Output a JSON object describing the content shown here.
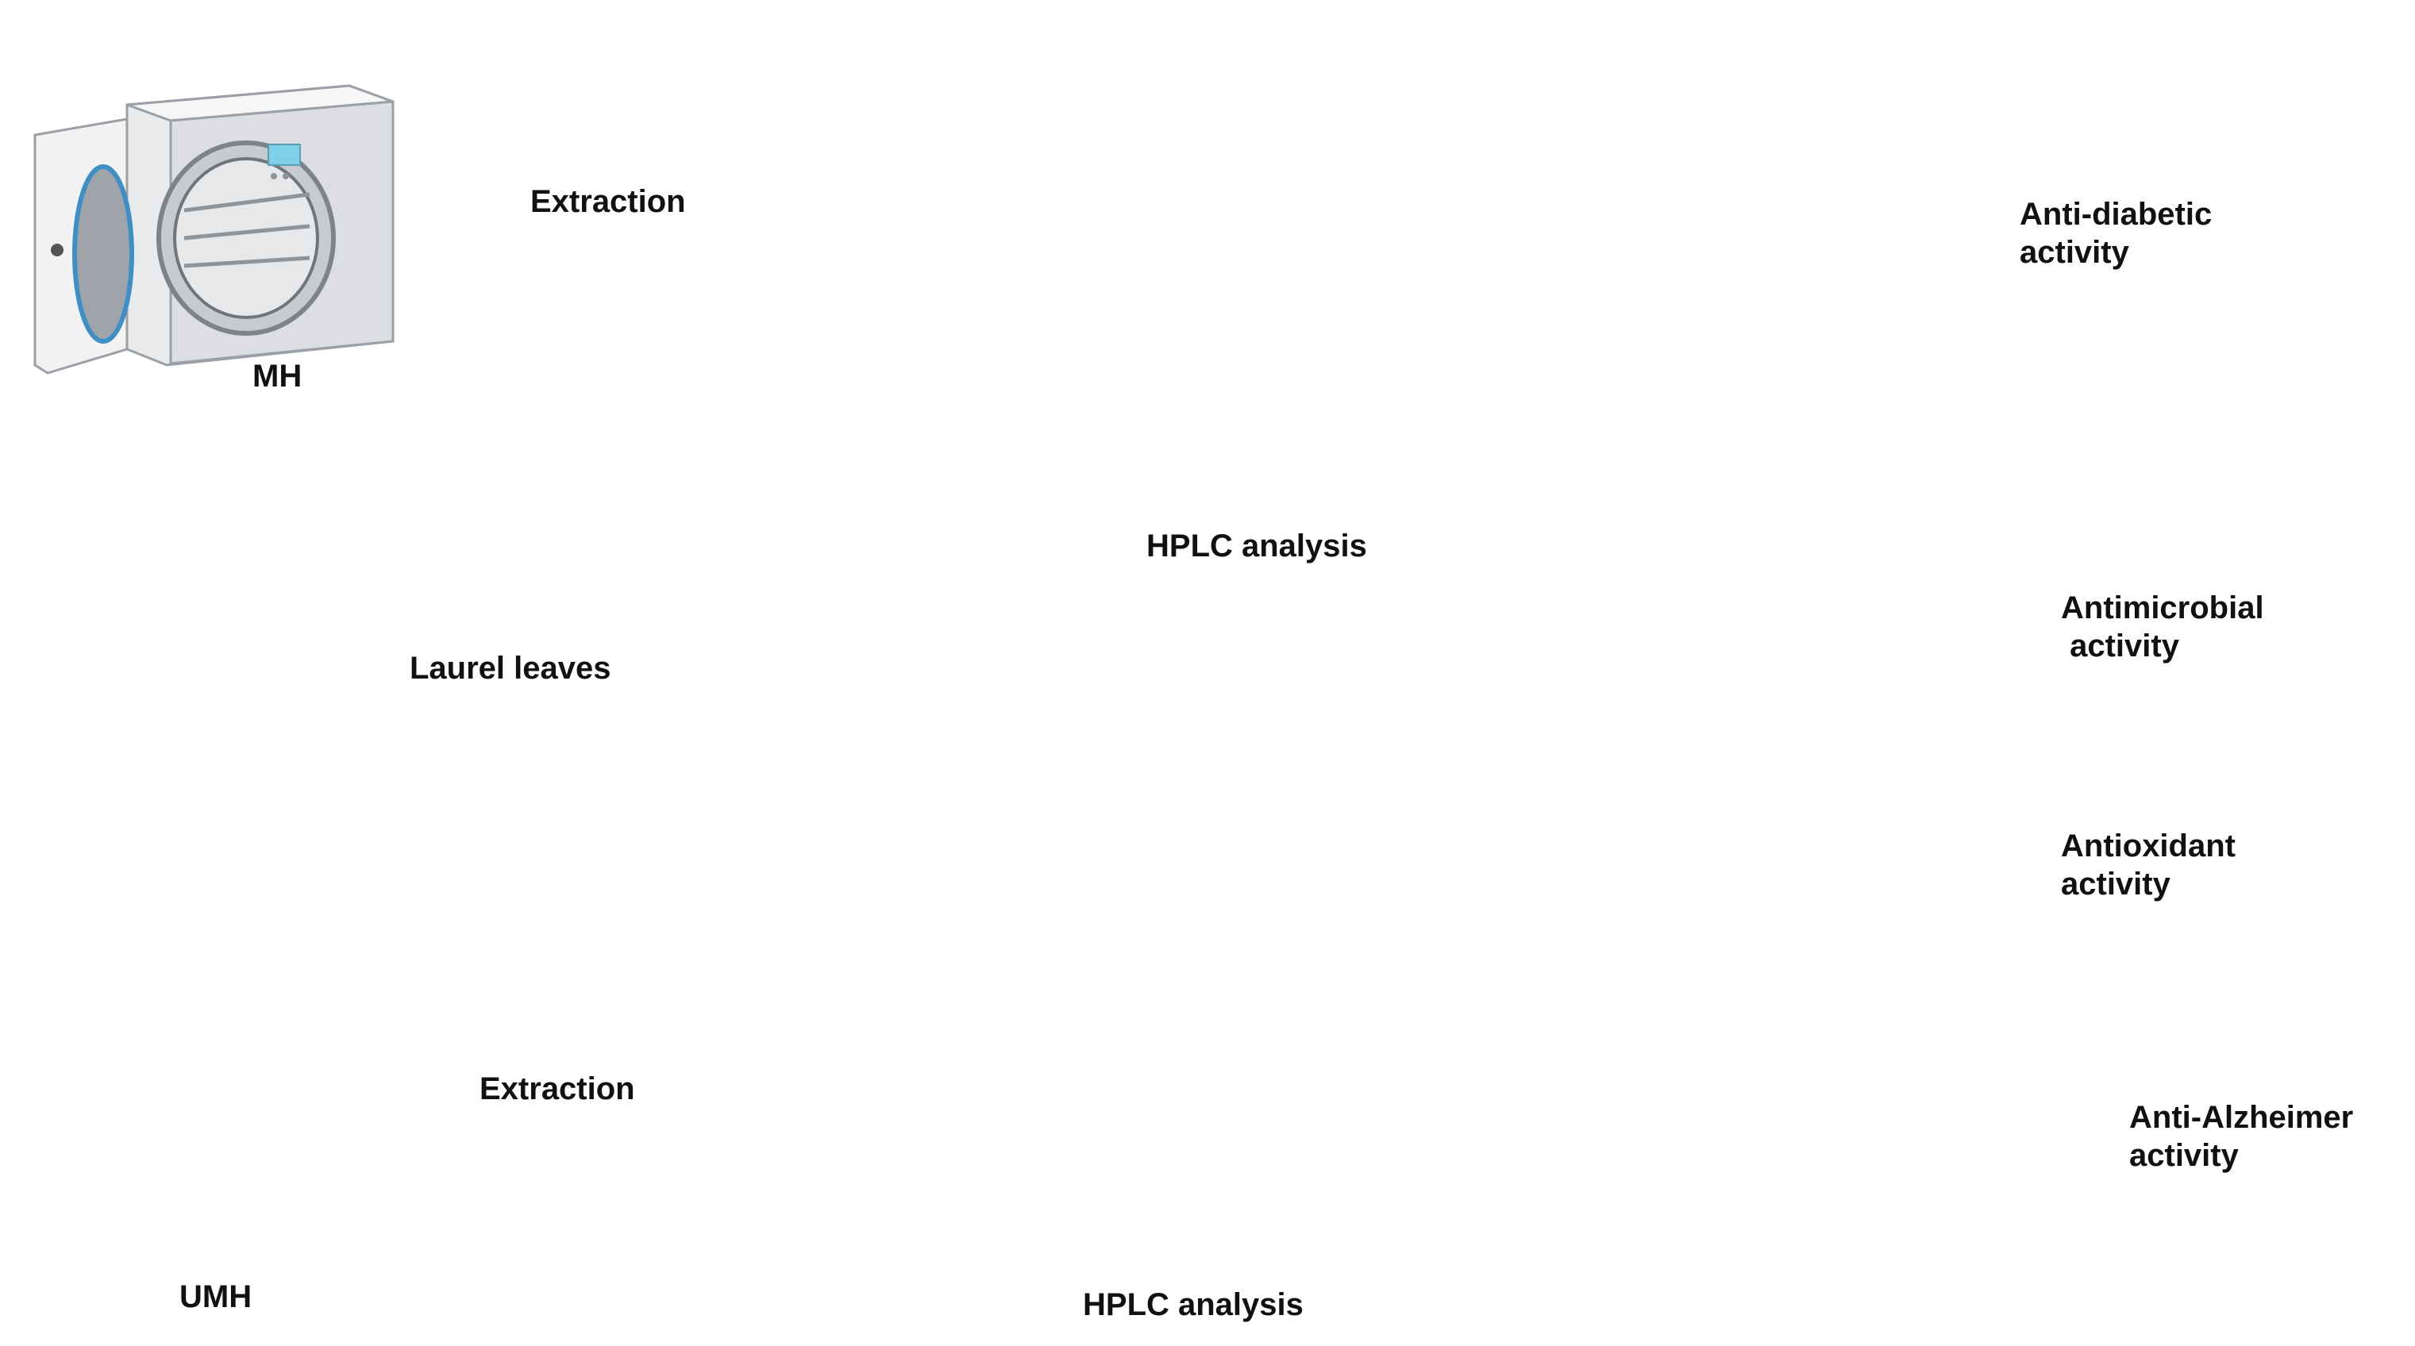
{
  "labels": {
    "mh": "MH",
    "umh": "UMH",
    "laurel_leaves": "Laurel leaves",
    "extraction_top": "Extraction",
    "extraction_bottom": "Extraction",
    "hplc_top": "HPLC  analysis",
    "hplc_bottom": "HPLC  analysis"
  },
  "activities": [
    {
      "line1": "Anti-diabetic",
      "line2": "activity",
      "icon": "insulin-pen-icon"
    },
    {
      "line1": "Antimicrobial",
      "line2": " activity",
      "icon": "bacterium-icon"
    },
    {
      "line1": "Antioxidant",
      "line2": "activity",
      "icon": "oxidized-cell-icon"
    },
    {
      "line1": "Anti-Alzheimer",
      "line2": "activity",
      "icon": "brain-section-icon"
    }
  ],
  "colors": {
    "pink_phase": "#f0607a",
    "purple_phase": "#a565c8",
    "funnel_cap": "#2a7fd4",
    "pen_teal": "#2a9aa8",
    "bacterium_green": "#5aa83a",
    "cell_pink": "#e6a6e6",
    "radical_red": "#d42a3a",
    "brain_pink": "#e9c2b8",
    "leaf_brown": "#6e5a3e",
    "petri_yellow": "#e2ea8a"
  }
}
